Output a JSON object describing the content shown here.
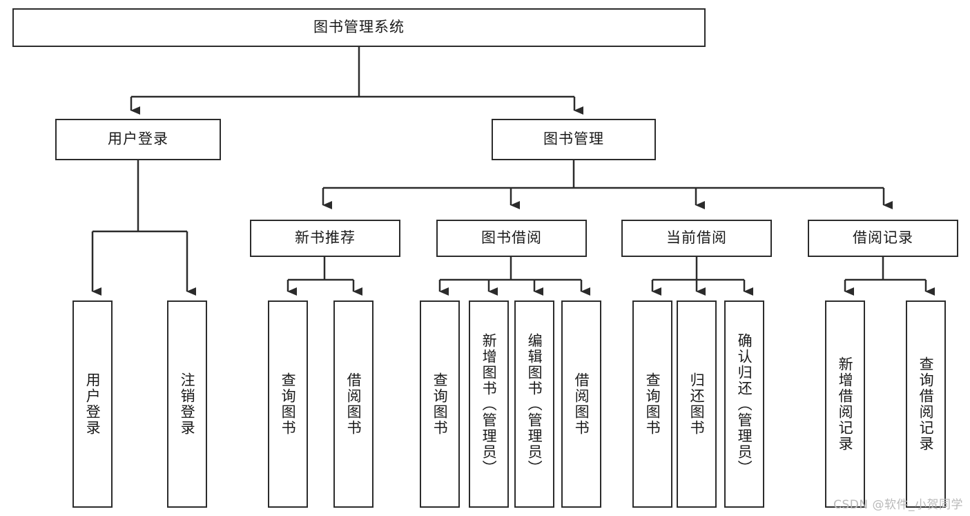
{
  "diagram": {
    "type": "tree-hierarchy",
    "title": "图书管理系统",
    "orientation": "top-down",
    "line_color": "#2b2b2b",
    "box_fill": "#ffffff",
    "text_color": "#1a1a1a"
  },
  "root": {
    "label": "图书管理系统"
  },
  "level2": [
    {
      "label": "用户登录"
    },
    {
      "label": "图书管理"
    }
  ],
  "level3": [
    {
      "label": "新书推荐"
    },
    {
      "label": "图书借阅"
    },
    {
      "label": "当前借阅"
    },
    {
      "label": "借阅记录"
    }
  ],
  "leaves": {
    "user_login": [
      {
        "label": "用户登录"
      },
      {
        "label": "注销登录"
      }
    ],
    "new_book_recommend": [
      {
        "label": "查询图书"
      },
      {
        "label": "借阅图书"
      }
    ],
    "book_borrow": [
      {
        "label": "查询图书"
      },
      {
        "label": "新增图书（管理员）"
      },
      {
        "label": "编辑图书（管理员）"
      },
      {
        "label": "借阅图书"
      }
    ],
    "current_borrow": [
      {
        "label": "查询图书"
      },
      {
        "label": "归还图书"
      },
      {
        "label": "确认归还（管理员）"
      }
    ],
    "borrow_record": [
      {
        "label": "新增借阅记录"
      },
      {
        "label": "查询借阅记录"
      }
    ]
  },
  "watermark": {
    "text": "CSDN @软件_小贺同学"
  }
}
